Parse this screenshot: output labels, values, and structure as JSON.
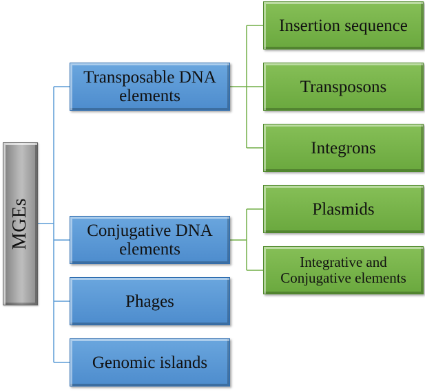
{
  "root": {
    "label": "MGEs"
  },
  "categories": [
    {
      "label": "Transposable DNA elements",
      "children": [
        "Insertion sequence",
        "Transposons",
        "Integrons"
      ]
    },
    {
      "label": "Conjugative DNA elements",
      "children": [
        "Plasmids",
        "Integrative and Conjugative elements"
      ]
    },
    {
      "label": "Phages",
      "children": []
    },
    {
      "label": "Genomic islands",
      "children": []
    }
  ],
  "colors": {
    "root": "#a6a6a6",
    "category": "#5b9bd5",
    "leaf": "#70ad47",
    "connector_blue": "#5b9bd5",
    "connector_green": "#70ad47"
  }
}
